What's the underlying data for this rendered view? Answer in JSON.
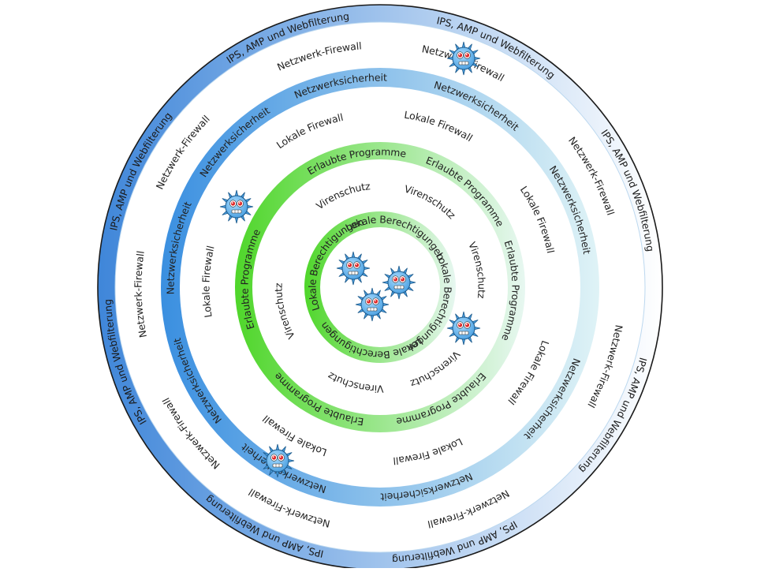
{
  "colors": {
    "blue_dark": "#3f86d9",
    "blue_light": "#ffffff",
    "cyan_dark": "#3a8fe0",
    "cyan_light": "#dff3f6",
    "green_dark": "#4fd62a",
    "green_light": "#e7f7f1",
    "virus_body": "#4a9fe0",
    "virus_eye": "#e02828",
    "text": "#222222",
    "outline": "#1a1a1a"
  },
  "rings": [
    {
      "id": "outer-ring",
      "labels": [
        {
          "text": "IPS, AMP und Webfilterung"
        },
        {
          "text": "IPS, AMP und Webfilterung"
        },
        {
          "text": "IPS, AMP und Webfilterung"
        },
        {
          "text": "IPS, AMP und Webfilterung"
        },
        {
          "text": "IPS, AMP und Webfilterung"
        },
        {
          "text": "IPS, AMP und Webfilterung"
        },
        {
          "text": "IPS, AMP und Webfilterung"
        },
        {
          "text": "IPS, AMP und Webfilterung"
        }
      ]
    },
    {
      "id": "network-firewall-ring",
      "labels": [
        {
          "text": "Netzwerk-Firewall"
        },
        {
          "text": "Netzwerk-Firewall"
        },
        {
          "text": "Netzwerk-Firewall"
        },
        {
          "text": "Netzwerk-Firewall"
        },
        {
          "text": "Netzwerk-Firewall"
        },
        {
          "text": "Netzwerk-Firewall"
        },
        {
          "text": "Netzwerk-Firewall"
        },
        {
          "text": "Netzwerk-Firewall"
        },
        {
          "text": "Netzwerk-Firewall"
        }
      ]
    },
    {
      "id": "network-security-ring",
      "labels": [
        {
          "text": "Netzwerksicherheit"
        },
        {
          "text": "Netzwerksicherheit"
        },
        {
          "text": "Netzwerksicherheit"
        },
        {
          "text": "Netzwerksicherheit"
        },
        {
          "text": "Netzwerksicherheit"
        },
        {
          "text": "Netzwerksicherheit"
        },
        {
          "text": "Netzwerksicherheit"
        },
        {
          "text": "Netzwerksicherheit"
        },
        {
          "text": "Netzwerksicherheit"
        }
      ]
    },
    {
      "id": "local-firewall-ring",
      "labels": [
        {
          "text": "Lokale Firewall"
        },
        {
          "text": "Lokale Firewall"
        },
        {
          "text": "Lokale Firewall"
        },
        {
          "text": "Lokale Firewall"
        },
        {
          "text": "Lokale Firewall"
        },
        {
          "text": "Lokale Firewall"
        },
        {
          "text": "Lokale Firewall"
        }
      ]
    },
    {
      "id": "allowed-programs-ring",
      "labels": [
        {
          "text": "Erlaubte Programme"
        },
        {
          "text": "Erlaubte Programme"
        },
        {
          "text": "Erlaubte Programme"
        },
        {
          "text": "Erlaubte Programme"
        },
        {
          "text": "Erlaubte Programme"
        },
        {
          "text": "Erlaubte Programme"
        }
      ]
    },
    {
      "id": "antivirus-ring",
      "labels": [
        {
          "text": "Virenschutz"
        },
        {
          "text": "Virenschutz"
        },
        {
          "text": "Virenschutz"
        },
        {
          "text": "Virenschutz"
        },
        {
          "text": "Virenschutz"
        },
        {
          "text": "Virenschutz"
        }
      ]
    },
    {
      "id": "local-permissions-ring",
      "labels": [
        {
          "text": "Lokale Berechtigungen"
        },
        {
          "text": "Lokale Berechtigungen"
        },
        {
          "text": "Lokale Berechtigungen"
        },
        {
          "text": "Lokale Berechtigungen"
        }
      ]
    }
  ],
  "icons": [
    {
      "name": "virus-icon"
    },
    {
      "name": "virus-icon"
    },
    {
      "name": "virus-icon"
    },
    {
      "name": "virus-icon"
    },
    {
      "name": "virus-icon"
    },
    {
      "name": "virus-icon"
    },
    {
      "name": "virus-icon"
    }
  ]
}
